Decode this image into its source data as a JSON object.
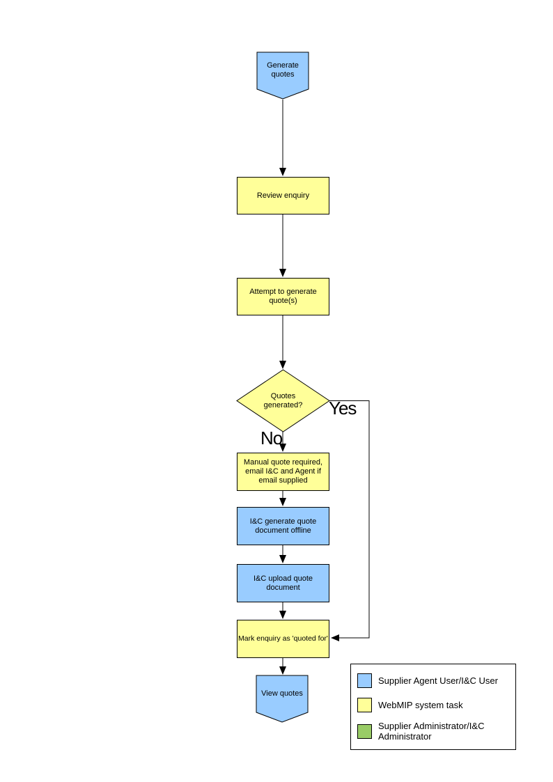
{
  "colors": {
    "node_blue": "#99CCFF",
    "node_yellow": "#FFFF99",
    "legend_green": "#99CC66",
    "line": "#000000"
  },
  "flowchart": {
    "nodes": {
      "generate_quotes": {
        "label": "Generate quotes"
      },
      "review_enquiry": {
        "label": "Review enquiry"
      },
      "attempt_generate": {
        "label": "Attempt to generate quote(s)"
      },
      "quotes_generated": {
        "label": "Quotes generated?"
      },
      "manual_quote": {
        "label": "Manual quote required, email I&C and Agent if email supplied"
      },
      "ic_generate_offline": {
        "label": "I&C generate quote document offline"
      },
      "ic_upload": {
        "label": "I&C upload quote document"
      },
      "mark_enquiry": {
        "label": "Mark enquiry as 'quoted for'"
      },
      "view_quotes": {
        "label": "View quotes"
      }
    },
    "branch_labels": {
      "yes": "Yes",
      "no": "No"
    }
  },
  "legend": {
    "items": [
      {
        "label": "Supplier Agent User/I&C User",
        "color": "#99CCFF"
      },
      {
        "label": "WebMIP system task",
        "color": "#FFFF99"
      },
      {
        "label": "Supplier Administrator/I&C Administrator",
        "color": "#99CC66"
      }
    ]
  }
}
